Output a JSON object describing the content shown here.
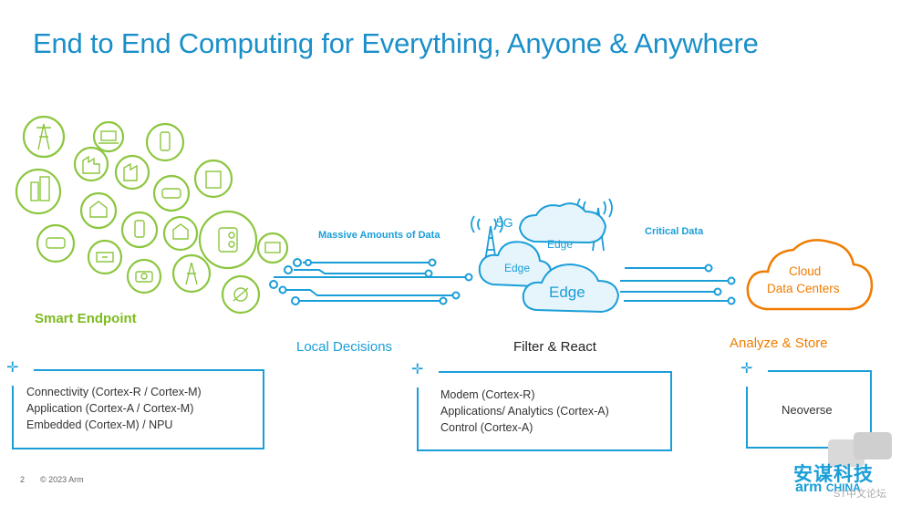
{
  "slide": {
    "title": "End to End Computing for Everything, Anyone & Anywhere",
    "page_number": "2",
    "copyright": "© 2023 Arm"
  },
  "labels": {
    "smart_endpoint": "Smart Endpoint",
    "massive_data": "Massive Amounts of Data",
    "critical_data": "Critical Data",
    "five_g": "5G",
    "edge_small_1": "Edge",
    "edge_small_2": "Edge",
    "edge_large": "Edge",
    "cloud_line1": "Cloud",
    "cloud_line2": "Data Centers"
  },
  "stages": {
    "local": "Local Decisions",
    "filter": "Filter  & React",
    "analyze": "Analyze  & Store"
  },
  "boxes": {
    "endpoint": [
      "Connectivity (Cortex-R / Cortex-M)",
      "Application (Cortex-A / Cortex-M)",
      "Embedded (Cortex-M) / NPU"
    ],
    "edge": [
      "Modem (Cortex-R)",
      "Applications/ Analytics (Cortex-A)",
      "Control (Cortex-A)"
    ],
    "cloud": [
      "Neoverse"
    ]
  },
  "logo": {
    "chinese": "安谋科技",
    "arm": "arm",
    "china": "CHINA"
  },
  "watermark": "ST中文论坛",
  "colors": {
    "title": "#1a8fc9",
    "green": "#7dbb1e",
    "blue": "#1a9ed8",
    "orange": "#f07c00"
  },
  "icons": [
    "tower-icon",
    "laptop-icon",
    "phone-icon",
    "factory-icon",
    "building-icon",
    "car-icon",
    "house-icon",
    "robot-icon",
    "monitor-icon",
    "drone-icon",
    "camera-icon"
  ]
}
